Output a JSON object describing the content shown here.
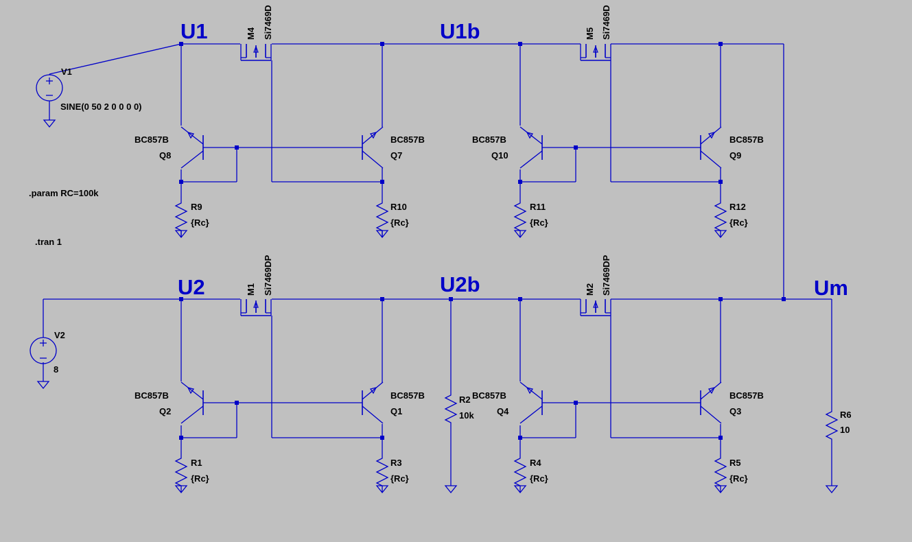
{
  "netlabels": {
    "u1": "U1",
    "u1b": "U1b",
    "u2": "U2",
    "u2b": "U2b",
    "um": "Um"
  },
  "sources": {
    "v1": {
      "name": "V1",
      "value": "SINE(0 50 2 0 0 0 0)"
    },
    "v2": {
      "name": "V2",
      "value": "8"
    }
  },
  "directives": {
    "param": ".param RC=100k",
    "tran": ".tran 1"
  },
  "mosfets": {
    "m4": {
      "name": "M4",
      "model": "Si7469D"
    },
    "m5": {
      "name": "M5",
      "model": "Si7469D"
    },
    "m1": {
      "name": "M1",
      "model": "Si7469DP"
    },
    "m2": {
      "name": "M2",
      "model": "Si7469DP"
    }
  },
  "transistors": {
    "q8": {
      "name": "Q8",
      "model": "BC857B"
    },
    "q7": {
      "name": "Q7",
      "model": "BC857B"
    },
    "q10": {
      "name": "Q10",
      "model": "BC857B"
    },
    "q9": {
      "name": "Q9",
      "model": "BC857B"
    },
    "q2": {
      "name": "Q2",
      "model": "BC857B"
    },
    "q1": {
      "name": "Q1",
      "model": "BC857B"
    },
    "q4": {
      "name": "Q4",
      "model": "BC857B"
    },
    "q3": {
      "name": "Q3",
      "model": "BC857B"
    }
  },
  "resistors": {
    "r9": {
      "name": "R9",
      "value": "{Rc}"
    },
    "r10": {
      "name": "R10",
      "value": "{Rc}"
    },
    "r11": {
      "name": "R11",
      "value": "{Rc}"
    },
    "r12": {
      "name": "R12",
      "value": "{Rc}"
    },
    "r1": {
      "name": "R1",
      "value": "{Rc}"
    },
    "r3": {
      "name": "R3",
      "value": "{Rc}"
    },
    "r4": {
      "name": "R4",
      "value": "{Rc}"
    },
    "r5": {
      "name": "R5",
      "value": "{Rc}"
    },
    "r2": {
      "name": "R2",
      "value": "10k"
    },
    "r6": {
      "name": "R6",
      "value": "10"
    }
  },
  "colors": {
    "background": "#c0c0c0",
    "wire": "#0000c8",
    "label": "#000000"
  }
}
